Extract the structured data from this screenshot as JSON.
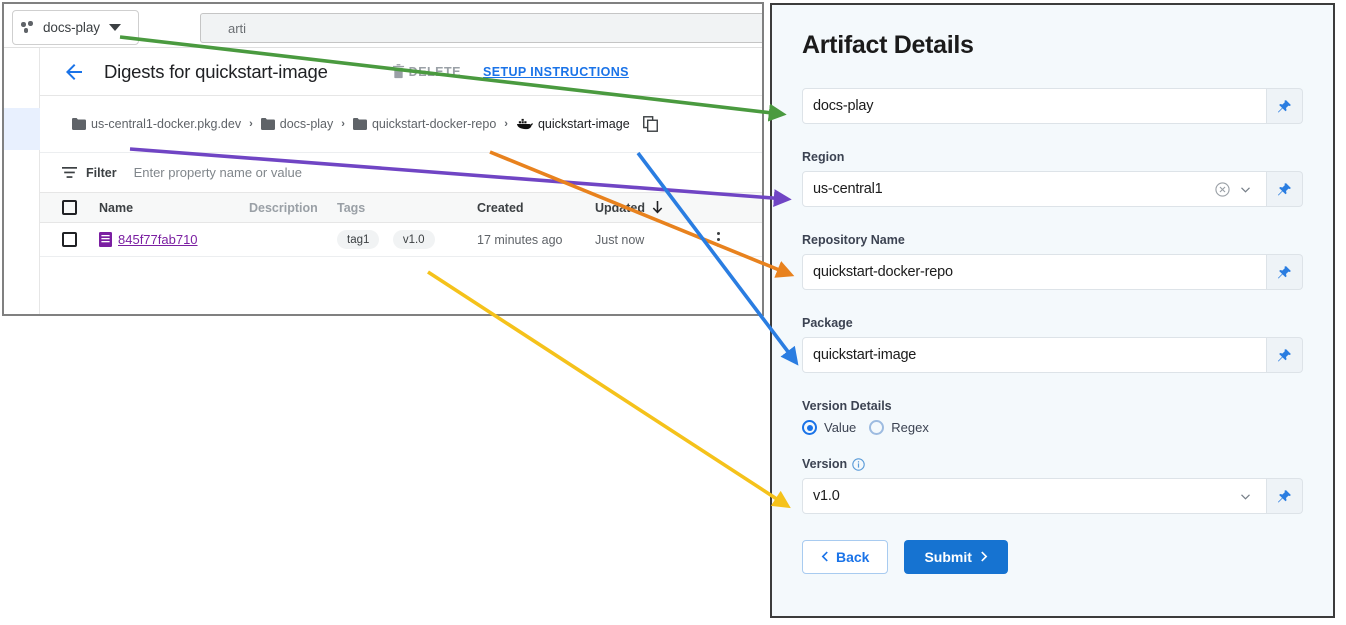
{
  "browser": {
    "project_selector": {
      "label": "docs-play",
      "icon": "project-dots-icon",
      "caret": "chevron-down-icon"
    },
    "search": {
      "value": "arti",
      "placeholder": "arti"
    }
  },
  "page": {
    "title": "Digests for quickstart-image",
    "back_icon": "back-arrow-icon",
    "actions": {
      "delete_label": "DELETE",
      "delete_icon": "trash-icon",
      "setup_label": "SETUP INSTRUCTIONS"
    },
    "breadcrumb": [
      {
        "label": "us-central1-docker.pkg.dev",
        "icon": "folder-icon"
      },
      {
        "label": "docs-play",
        "icon": "folder-icon"
      },
      {
        "label": "quickstart-docker-repo",
        "icon": "folder-icon"
      },
      {
        "label": "quickstart-image",
        "icon": "docker-whale-icon"
      }
    ],
    "breadcrumb_separator": "›",
    "copy_icon": "copy-icon"
  },
  "filter": {
    "icon": "filter-icon",
    "label": "Filter",
    "placeholder": "Enter property name or value"
  },
  "table": {
    "columns": [
      "Name",
      "Description",
      "Tags",
      "Created",
      "Updated"
    ],
    "sort_column": "Updated",
    "sort_icon": "sort-descending-arrow-icon",
    "rows": [
      {
        "name": "845f77fab710",
        "name_icon": "digest-document-icon",
        "description": "",
        "tags": [
          "tag1",
          "v1.0"
        ],
        "created": "17 minutes ago",
        "updated": "Just now",
        "menu_icon": "kebab-menu-icon"
      }
    ]
  },
  "panel": {
    "title": "Artifact Details",
    "fields": [
      {
        "label": "",
        "value": "docs-play",
        "pin_icon": "pin-icon",
        "has_clear": false,
        "has_chevron": false
      },
      {
        "label": "Region",
        "value": "us-central1",
        "pin_icon": "pin-icon",
        "clear_icon": "clear-circle-icon",
        "chevron_icon": "chevron-down-icon",
        "has_clear": true,
        "has_chevron": true
      },
      {
        "label": "Repository Name",
        "value": "quickstart-docker-repo",
        "pin_icon": "pin-icon",
        "has_clear": false,
        "has_chevron": false
      },
      {
        "label": "Package",
        "value": "quickstart-image",
        "pin_icon": "pin-icon",
        "has_clear": false,
        "has_chevron": false
      }
    ],
    "version_details": {
      "label": "Version Details",
      "options": [
        {
          "label": "Value",
          "selected": true
        },
        {
          "label": "Regex",
          "selected": false
        }
      ]
    },
    "version_field": {
      "label": "Version",
      "info_icon": "info-circle-icon",
      "value": "v1.0",
      "chevron_icon": "chevron-down-icon",
      "pin_icon": "pin-icon"
    },
    "buttons": {
      "back": "Back",
      "back_icon": "chevron-left-icon",
      "submit": "Submit",
      "submit_icon": "chevron-right-icon"
    }
  },
  "annotations": {
    "arrows": [
      {
        "name": "project-to-project-field",
        "color": "#4a9a3f"
      },
      {
        "name": "breadcrumb-region-to-region-field",
        "color": "#7045c4"
      },
      {
        "name": "breadcrumb-repo-to-repository-field",
        "color": "#e8821e"
      },
      {
        "name": "breadcrumb-image-to-package-field",
        "color": "#2a7de1"
      },
      {
        "name": "tag-to-version-field",
        "color": "#f5c21b"
      }
    ]
  },
  "colors": {
    "accent_blue": "#1a73e8",
    "link_purple": "#7b1fa2",
    "panel_bg": "#f4f9fc",
    "submit_blue": "#1673d1"
  }
}
